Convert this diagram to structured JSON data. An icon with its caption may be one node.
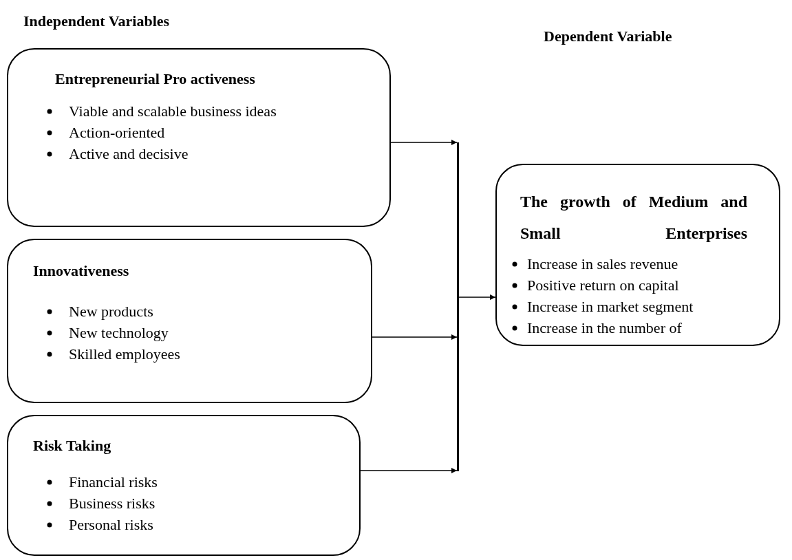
{
  "diagram": {
    "nodes": [
      {
        "text": [
          "Entrepreneurial Pro activeness",
          "Viable and scalable business ideas",
          "Action-oriented",
          "Active and decisive"
        ]
      },
      {
        "text": [
          "Innovativeness",
          "New products",
          "New technology",
          "Skilled employees"
        ]
      },
      {
        "text": [
          "Risk Taking",
          "Financial risks",
          "Business risks",
          "Personal risks"
        ]
      },
      {
        "text": [
          "The growth of Medium and Small Enterprises",
          "Increase in sales revenue",
          "Positive return on capital",
          "Increase in market segment",
          "Increase in the number of"
        ]
      },
      {
        "text": [],
        "shape": "bar"
      }
    ],
    "edges": [
      {
        "from": 0,
        "to": 4,
        "arrow": "to"
      },
      {
        "from": 1,
        "to": 4,
        "arrow": "to"
      },
      {
        "from": 2,
        "to": 4,
        "arrow": "to"
      },
      {
        "from": 4,
        "to": 3,
        "arrow": "to"
      }
    ],
    "labels": [
      "Independent Variables",
      "Dependent Variable"
    ]
  }
}
